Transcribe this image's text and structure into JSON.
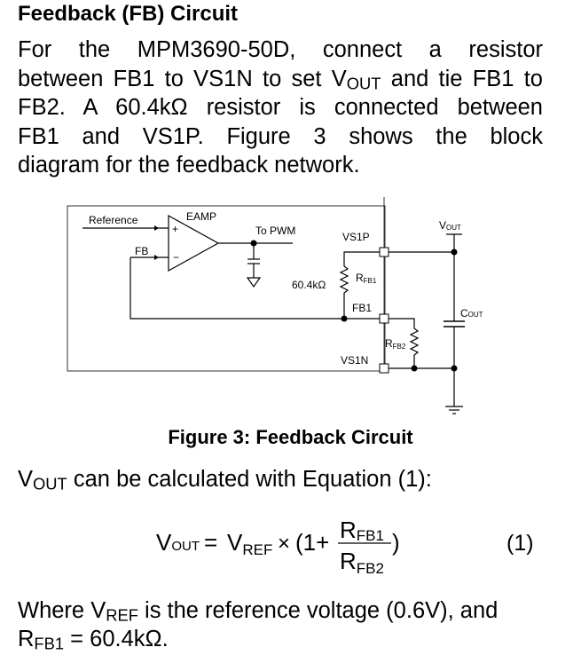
{
  "section": {
    "heading": "Feedback (FB) Circuit",
    "intro_lines": [
      {
        "pre": "For the MPM3690-50D, connect a resistor",
        "sub": "",
        "post": ""
      },
      {
        "pre": "between FB1 to VS1N to set V",
        "sub": "OUT",
        "post": " and tie FB1 to"
      },
      {
        "pre": "FB2. A 60.4kΩ resistor is connected between",
        "sub": "",
        "post": ""
      },
      {
        "pre": "FB1 and VS1P. Figure 3 shows the block",
        "sub": "",
        "post": ""
      },
      {
        "pre": "diagram for the feedback network.",
        "sub": "",
        "post": ""
      }
    ]
  },
  "figure": {
    "caption": "Figure 3: Feedback Circuit",
    "labels": {
      "reference": "Reference",
      "eamp": "EAMP",
      "fb": "FB",
      "plus": "+",
      "minus": "−",
      "to_pwm": "To PWM",
      "vs1p": "VS1P",
      "vs1n": "VS1N",
      "fb1": "FB1",
      "resistor_value": "60.4kΩ",
      "rfb1_main": "R",
      "rfb1_sub": "FB1",
      "rfb2_main": "R",
      "rfb2_sub": "FB2",
      "vout_main": "V",
      "vout_sub": "OUT",
      "cout_main": "C",
      "cout_sub": "OUT"
    }
  },
  "equation_intro": {
    "pre": "V",
    "sub": "OUT",
    "post": " can be calculated with Equation (1):"
  },
  "equation": {
    "lhs_main": "V",
    "lhs_sub": "OUT",
    "equals": "=",
    "vref_main": "V",
    "vref_sub": "REF",
    "times": "×",
    "open": "(1+",
    "num_main": "R",
    "num_sub": "FB1",
    "den_main": "R",
    "den_sub": "FB2",
    "close": ")",
    "number": "(1)"
  },
  "footnote": {
    "line1_pre": "Where V",
    "line1_sub": "REF",
    "line1_post": " is the reference voltage (0.6V), and",
    "line2_pre": "R",
    "line2_sub": "FB1",
    "line2_post": " = 60.4kΩ."
  }
}
